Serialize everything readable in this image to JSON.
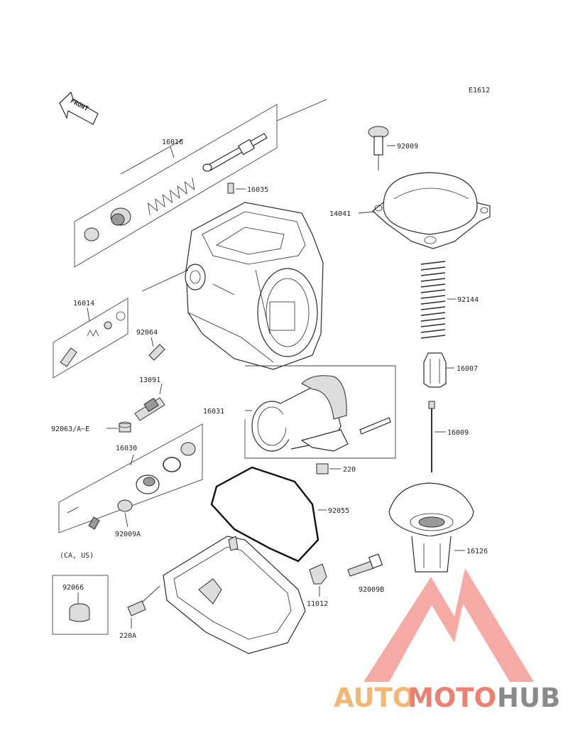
{
  "diagram_code": "E1612",
  "front_label": "FRONT",
  "region_label": "(CA, US)",
  "parts": {
    "p16016": "16016",
    "p16035": "16035",
    "p92009": "92009",
    "p14041": "14041",
    "p16014": "16014",
    "p92064": "92064",
    "p92144": "92144",
    "p13091": "13091",
    "p16007": "16007",
    "p16031": "16031",
    "p16009": "16009",
    "p92063": "92063/A~E",
    "p16030": "16030",
    "p220": "220",
    "p92055": "92055",
    "p92009A": "92009A",
    "p16126": "16126",
    "p92066": "92066",
    "p11012": "11012",
    "p92009B": "92009B",
    "p220A": "220A"
  },
  "watermark": {
    "auto": "AUTO",
    "moto": "MOTO",
    "hub": "HUB",
    "color_auto": "#f2b873",
    "color_moto": "#ee8070",
    "color_hub": "#8a8a8a",
    "color_logo": "#f07a72"
  }
}
